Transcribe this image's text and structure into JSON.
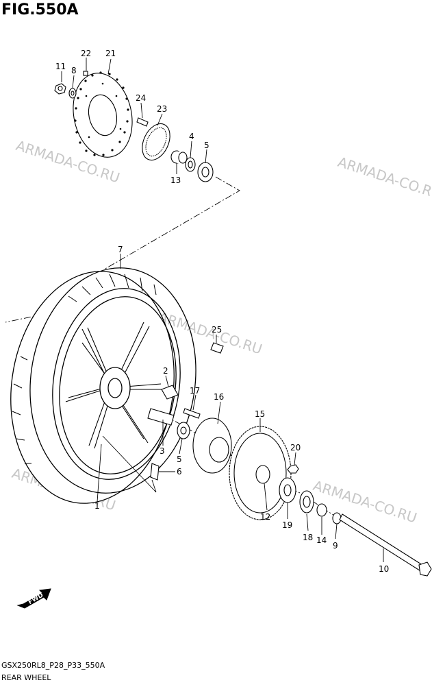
{
  "figure": {
    "title": "FIG.550A",
    "code": "GSX250RL8_P28_P33_550A",
    "name": "REAR WHEEL"
  },
  "watermark": "ARMADA-CO.RU",
  "fwd_label": "FWD",
  "callouts": [
    "1",
    "2",
    "3",
    "4",
    "5",
    "5",
    "6",
    "7",
    "8",
    "9",
    "10",
    "11",
    "12",
    "13",
    "14",
    "15",
    "16",
    "17",
    "18",
    "19",
    "20",
    "21",
    "22",
    "23",
    "24",
    "25"
  ]
}
